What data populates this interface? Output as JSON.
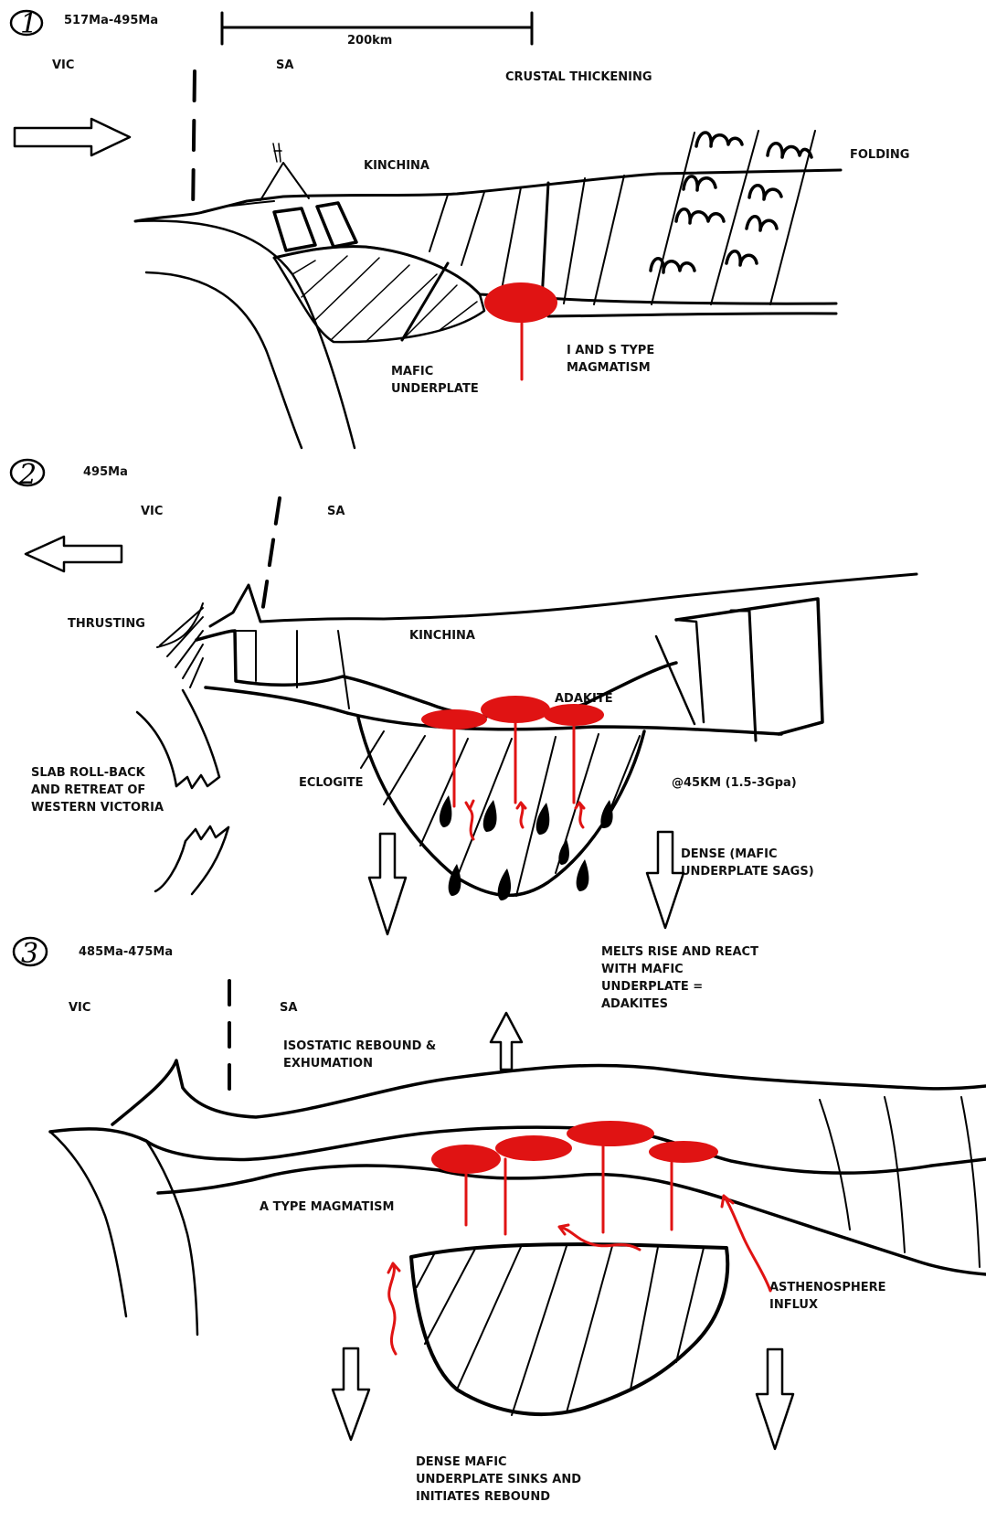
{
  "colors": {
    "ink": "#000000",
    "magma": "#e01313",
    "background": "#ffffff"
  },
  "panels": [
    {
      "number": "1",
      "age": "517Ma-495Ma",
      "scale_label": "200km",
      "labels": {
        "vic": "VIC",
        "sa": "SA",
        "crustal_thickening": "CRUSTAL THICKENING",
        "folding": "FOLDING",
        "kinchina": "KINCHINA",
        "mafic_underplate": [
          "MAFIC",
          "UNDERPLATE"
        ],
        "i_s_magmatism": [
          "I AND S TYPE",
          "MAGMATISM"
        ]
      }
    },
    {
      "number": "2",
      "age": "495Ma",
      "labels": {
        "vic": "VIC",
        "sa": "SA",
        "thrusting": "THRUSTING",
        "kinchina": "KINCHINA",
        "adakite": "ADAKITE",
        "eclogite": "ECLOGITE",
        "depth": "@45KM (1.5-3Gpa)",
        "slab_rollback": [
          "SLAB ROLL-BACK",
          "AND RETREAT OF",
          "WESTERN VICTORIA"
        ],
        "dense_sags": [
          "DENSE (MAFIC",
          "UNDERPLATE SAGS)"
        ]
      }
    },
    {
      "number": "3",
      "age": "485Ma-475Ma",
      "labels": {
        "vic": "VIC",
        "sa": "SA",
        "melts_rise": [
          "MELTS RISE AND REACT",
          "WITH MAFIC",
          "UNDERPLATE =",
          "ADAKITES"
        ],
        "rebound": [
          "ISOSTATIC REBOUND &",
          "EXHUMATION"
        ],
        "a_type": "A TYPE MAGMATISM",
        "asthenosphere": [
          "ASTHENOSPHERE",
          "INFLUX"
        ],
        "sinks": [
          "DENSE MAFIC",
          "UNDERPLATE SINKS AND",
          "INITIATES REBOUND"
        ]
      }
    }
  ]
}
